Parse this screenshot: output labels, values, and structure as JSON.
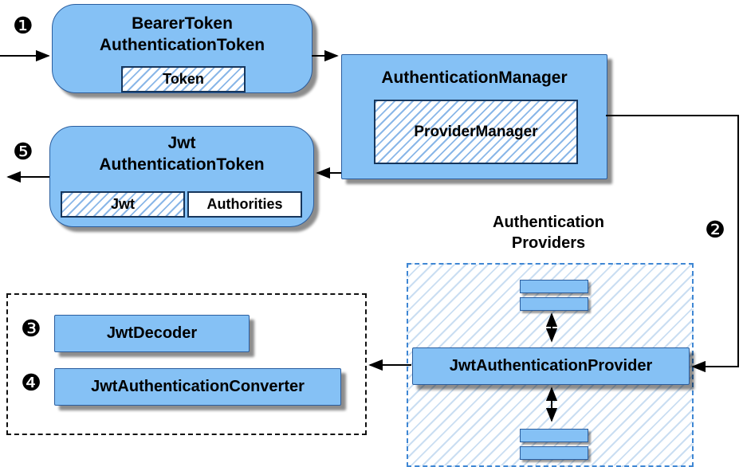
{
  "steps": {
    "s1": "❶",
    "s2": "❷",
    "s3": "❸",
    "s4": "❹",
    "s5": "❺"
  },
  "nodes": {
    "bearer": {
      "line1": "BearerToken",
      "line2": "AuthenticationToken",
      "token": "Token"
    },
    "manager": {
      "title": "AuthenticationManager",
      "provider_manager": "ProviderManager"
    },
    "jwt_token": {
      "line1": "Jwt",
      "line2": "AuthenticationToken",
      "jwt": "Jwt",
      "authorities": "Authorities"
    },
    "providers_group": {
      "line1": "Authentication",
      "line2": "Providers"
    },
    "jwt_provider": "JwtAuthenticationProvider",
    "decoder": "JwtDecoder",
    "converter": "JwtAuthenticationConverter"
  },
  "colors": {
    "node_fill": "#85c1f5",
    "node_border": "#2a5d9e",
    "inner_border": "#16365c",
    "hatch_line": "#8ab7e8",
    "container_hatch_line": "#cadef2",
    "dashed_blue": "#3f87d4",
    "dashed_black": "#111111",
    "arrow": "#000000"
  }
}
